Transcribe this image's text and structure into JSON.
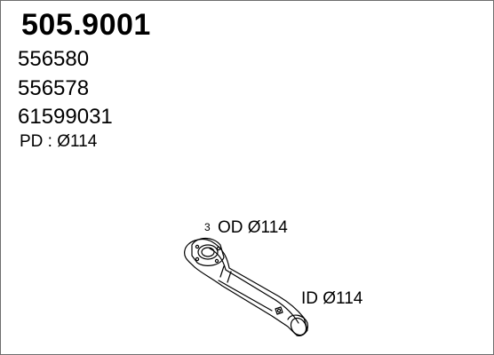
{
  "header": {
    "part_number": "505.9001"
  },
  "references": [
    "556580",
    "556578",
    "61599031"
  ],
  "pipe_diameter": "PD : Ø114",
  "diagram": {
    "callout_number": "3",
    "outer_diameter_label": "OD Ø114",
    "inner_diameter_label": "ID Ø114"
  }
}
